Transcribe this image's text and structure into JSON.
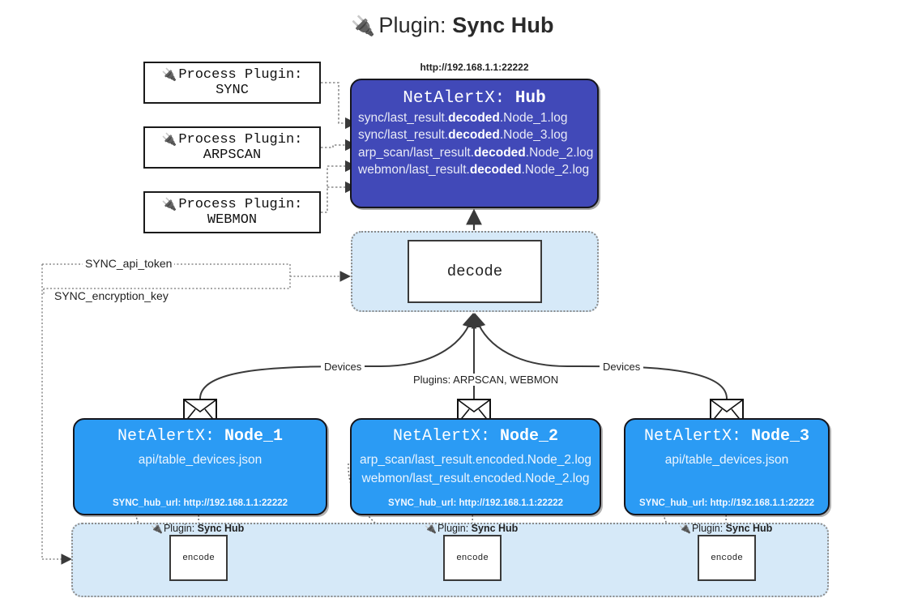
{
  "title": {
    "icon": "plug-icon",
    "prefix": "Plugin:",
    "name": "Sync Hub"
  },
  "process_plugins": [
    {
      "line1": "Process Plugin:",
      "line2": "SYNC",
      "icon": "plug-icon"
    },
    {
      "line1": "Process Plugin:",
      "line2": "ARPSCAN",
      "icon": "plug-icon"
    },
    {
      "line1": "Process Plugin:",
      "line2": "WEBMON",
      "icon": "plug-icon"
    }
  ],
  "hub": {
    "url": "http://192.168.1.1:22222",
    "title_prefix": "NetAlertX:",
    "title_name": "Hub",
    "lines": [
      {
        "pre": "sync/last_result.",
        "em": "decoded",
        "post": ".Node_1.log"
      },
      {
        "pre": "sync/last_result.",
        "em": "decoded",
        "post": ".Node_3.log"
      },
      {
        "pre": "arp_scan/last_result.",
        "em": "decoded",
        "post": ".Node_2.log"
      },
      {
        "pre": "webmon/last_result.",
        "em": "decoded",
        "post": ".Node_2.log"
      }
    ]
  },
  "decode": {
    "label": "decode"
  },
  "settings": {
    "api_token": "SYNC_api_token",
    "encryption_key": "SYNC_encryption_key"
  },
  "edge_labels": {
    "devices_left": "Devices",
    "devices_right": "Devices",
    "plugins_center": "Plugins: ARPSCAN, WEBMON"
  },
  "nodes": [
    {
      "title_prefix": "NetAlertX:",
      "title_name": "Node_1",
      "lines": [
        "api/table_devices.json"
      ],
      "hub_url": "SYNC_hub_url: http://192.168.1.1:22222",
      "envelope": "envelope-icon"
    },
    {
      "title_prefix": "NetAlertX:",
      "title_name": "Node_2",
      "lines": [
        "arp_scan/last_result.encoded.Node_2.log",
        "webmon/last_result.encoded.Node_2.log"
      ],
      "hub_url": "SYNC_hub_url: http://192.168.1.1:22222",
      "envelope": "envelope-icon"
    },
    {
      "title_prefix": "NetAlertX:",
      "title_name": "Node_3",
      "lines": [
        "api/table_devices.json"
      ],
      "hub_url": "SYNC_hub_url: http://192.168.1.1:22222",
      "envelope": "envelope-icon"
    }
  ],
  "encoders": [
    {
      "plugin_prefix": "Plugin:",
      "plugin_name": "Sync Hub",
      "label": "encode",
      "icon": "plug-icon"
    },
    {
      "plugin_prefix": "Plugin:",
      "plugin_name": "Sync Hub",
      "label": "encode",
      "icon": "plug-icon"
    },
    {
      "plugin_prefix": "Plugin:",
      "plugin_name": "Sync Hub",
      "label": "encode",
      "icon": "plug-icon"
    }
  ],
  "colors": {
    "hub_fill": "#4149b8",
    "node_fill": "#2b9bf4",
    "container_fill": "#d6e9f8",
    "stroke": "#15151c",
    "dotted": "#8a8a8a"
  }
}
